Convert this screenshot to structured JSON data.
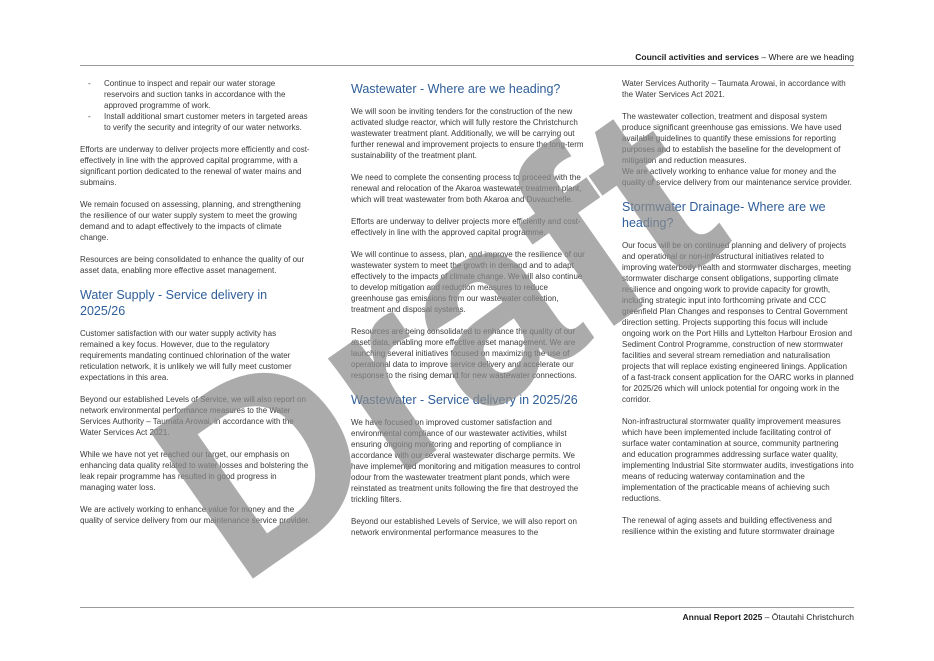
{
  "header": {
    "section": "Council activities and services",
    "sub": " – Where are we heading"
  },
  "footer": {
    "report": "Annual Report 2025",
    "sub": " – Ōtautahi Christchurch"
  },
  "watermark": "Draft",
  "col1": {
    "bullets": [
      "Continue to inspect and repair our water storage reservoirs and suction tanks in accordance with the approved programme of work.",
      "Install additional smart customer meters in targeted areas to verify the security and integrity of our water networks."
    ],
    "p1": "Efforts are underway to deliver projects more efficiently and cost-effectively in line with the approved capital programme, with a significant portion dedicated to the renewal of water mains and submains.",
    "p2": "We remain focused on assessing, planning, and strengthening the resilience of our water supply system to meet the growing demand and to adapt effectively to the impacts of climate change.",
    "p3": "Resources are being consolidated to enhance the quality of our asset data, enabling more effective asset management.",
    "h1": "Water Supply - Service delivery in 2025/26",
    "p4": "Customer satisfaction with our water supply activity has remained a key focus. However, due to the regulatory requirements mandating continued chlorination of the water reticulation network, it is unlikely we will fully meet customer expectations in this area.",
    "p5": "Beyond our established Levels of Service, we will also report on network environmental performance measures to the Water Services Authority – Taumata Arowai, in accordance with the Water Services Act 2021.",
    "p6": "While we have not yet reached our target, our emphasis on enhancing data quality related to water losses and bolstering the leak repair programme has resulted in good progress in managing water loss.",
    "p7": "We are actively working to enhance value for money and the quality of service delivery from our maintenance service provider."
  },
  "col2": {
    "h1": "Wastewater - Where are we heading?",
    "p1": "We will soon be inviting tenders for the construction of the new activated sludge reactor, which will fully restore the Christchurch wastewater treatment plant. Additionally, we will be carrying out further renewal and improvement projects to ensure the long-term sustainability of the treatment plant.",
    "p2": "We need to complete the consenting process to proceed with the renewal and relocation of the Akaroa wastewater treatment plant, which will treat wastewater from both Akaroa and Duvauchelle.",
    "p3": "Efforts are underway to deliver projects more efficiently and cost-effectively in line with the approved capital programme.",
    "p4": "We will continue to assess, plan, and improve the resilience of our wastewater system to meet the growth in demand and to adapt effectively to the impacts of climate change. We will also continue to develop mitigation and reduction measures to reduce greenhouse gas emissions from our wastewater collection, treatment and disposal systems.",
    "p5": "Resources are being consolidated to enhance the quality of our asset data, enabling more effective asset management. We are launching several initiatives focused on maximizing the use of operational data to improve service delivery and accelerate our response to the rising demand for new wastewater connections.",
    "h2": "Wastewater - Service delivery in 2025/26",
    "p6": "We have focused on improved customer satisfaction and environmental compliance of our wastewater activities, whilst ensuring ongoing monitoring and reporting of compliance in accordance with our several wastewater discharge permits. We have implemented monitoring and mitigation measures to control odour from the wastewater treatment plant ponds, which were reinstated as treatment units following the fire that destroyed the trickling filters.",
    "p7": "Beyond our established Levels of Service, we will also report on network environmental performance measures to the"
  },
  "col3": {
    "p1": "Water Services Authority – Taumata Arowai, in accordance with the Water Services Act 2021.",
    "p2": "The wastewater collection, treatment and disposal system produce significant greenhouse gas emissions.  We have used available guidelines to quantify these emissions for reporting purposes and to establish the baseline for the development of mitigation and reduction measures.",
    "p2b": "We are actively working to enhance value for money and the quality of service delivery from our maintenance service provider.",
    "h1": "Stormwater Drainage- Where are we heading?",
    "p3": "Our focus will be on continued planning and delivery of projects and operational or non-infrastructural initiatives related to improving waterbody health and stormwater discharges, meeting stormwater discharge consent obligations, supporting climate resilience and ongoing work to provide capacity for growth, including strategic input into forthcoming private and CCC greenfield Plan Changes and responses to Central Government direction setting. Projects supporting this focus will include ongoing work on the Port Hills and Lyttelton Harbour Erosion and Sediment Control Programme, construction of new stormwater facilities and several stream remediation and naturalisation projects that will replace existing engineered linings.  Application of a fast-track consent application for the OARC works in planned for 2025/26 which will unlock potential for ongoing work in the corridor.",
    "p4": "Non-infrastructural stormwater quality improvement measures which have been implemented include facilitating control of surface water contamination at source, community partnering and education programmes addressing surface water quality, implementing Industrial Site stormwater audits, investigations into means of reducing waterway contamination and the implementation of the practicable means of achieving such reductions.",
    "p5": "The renewal of aging assets and building effectiveness and resilience within the existing and future stormwater drainage"
  }
}
